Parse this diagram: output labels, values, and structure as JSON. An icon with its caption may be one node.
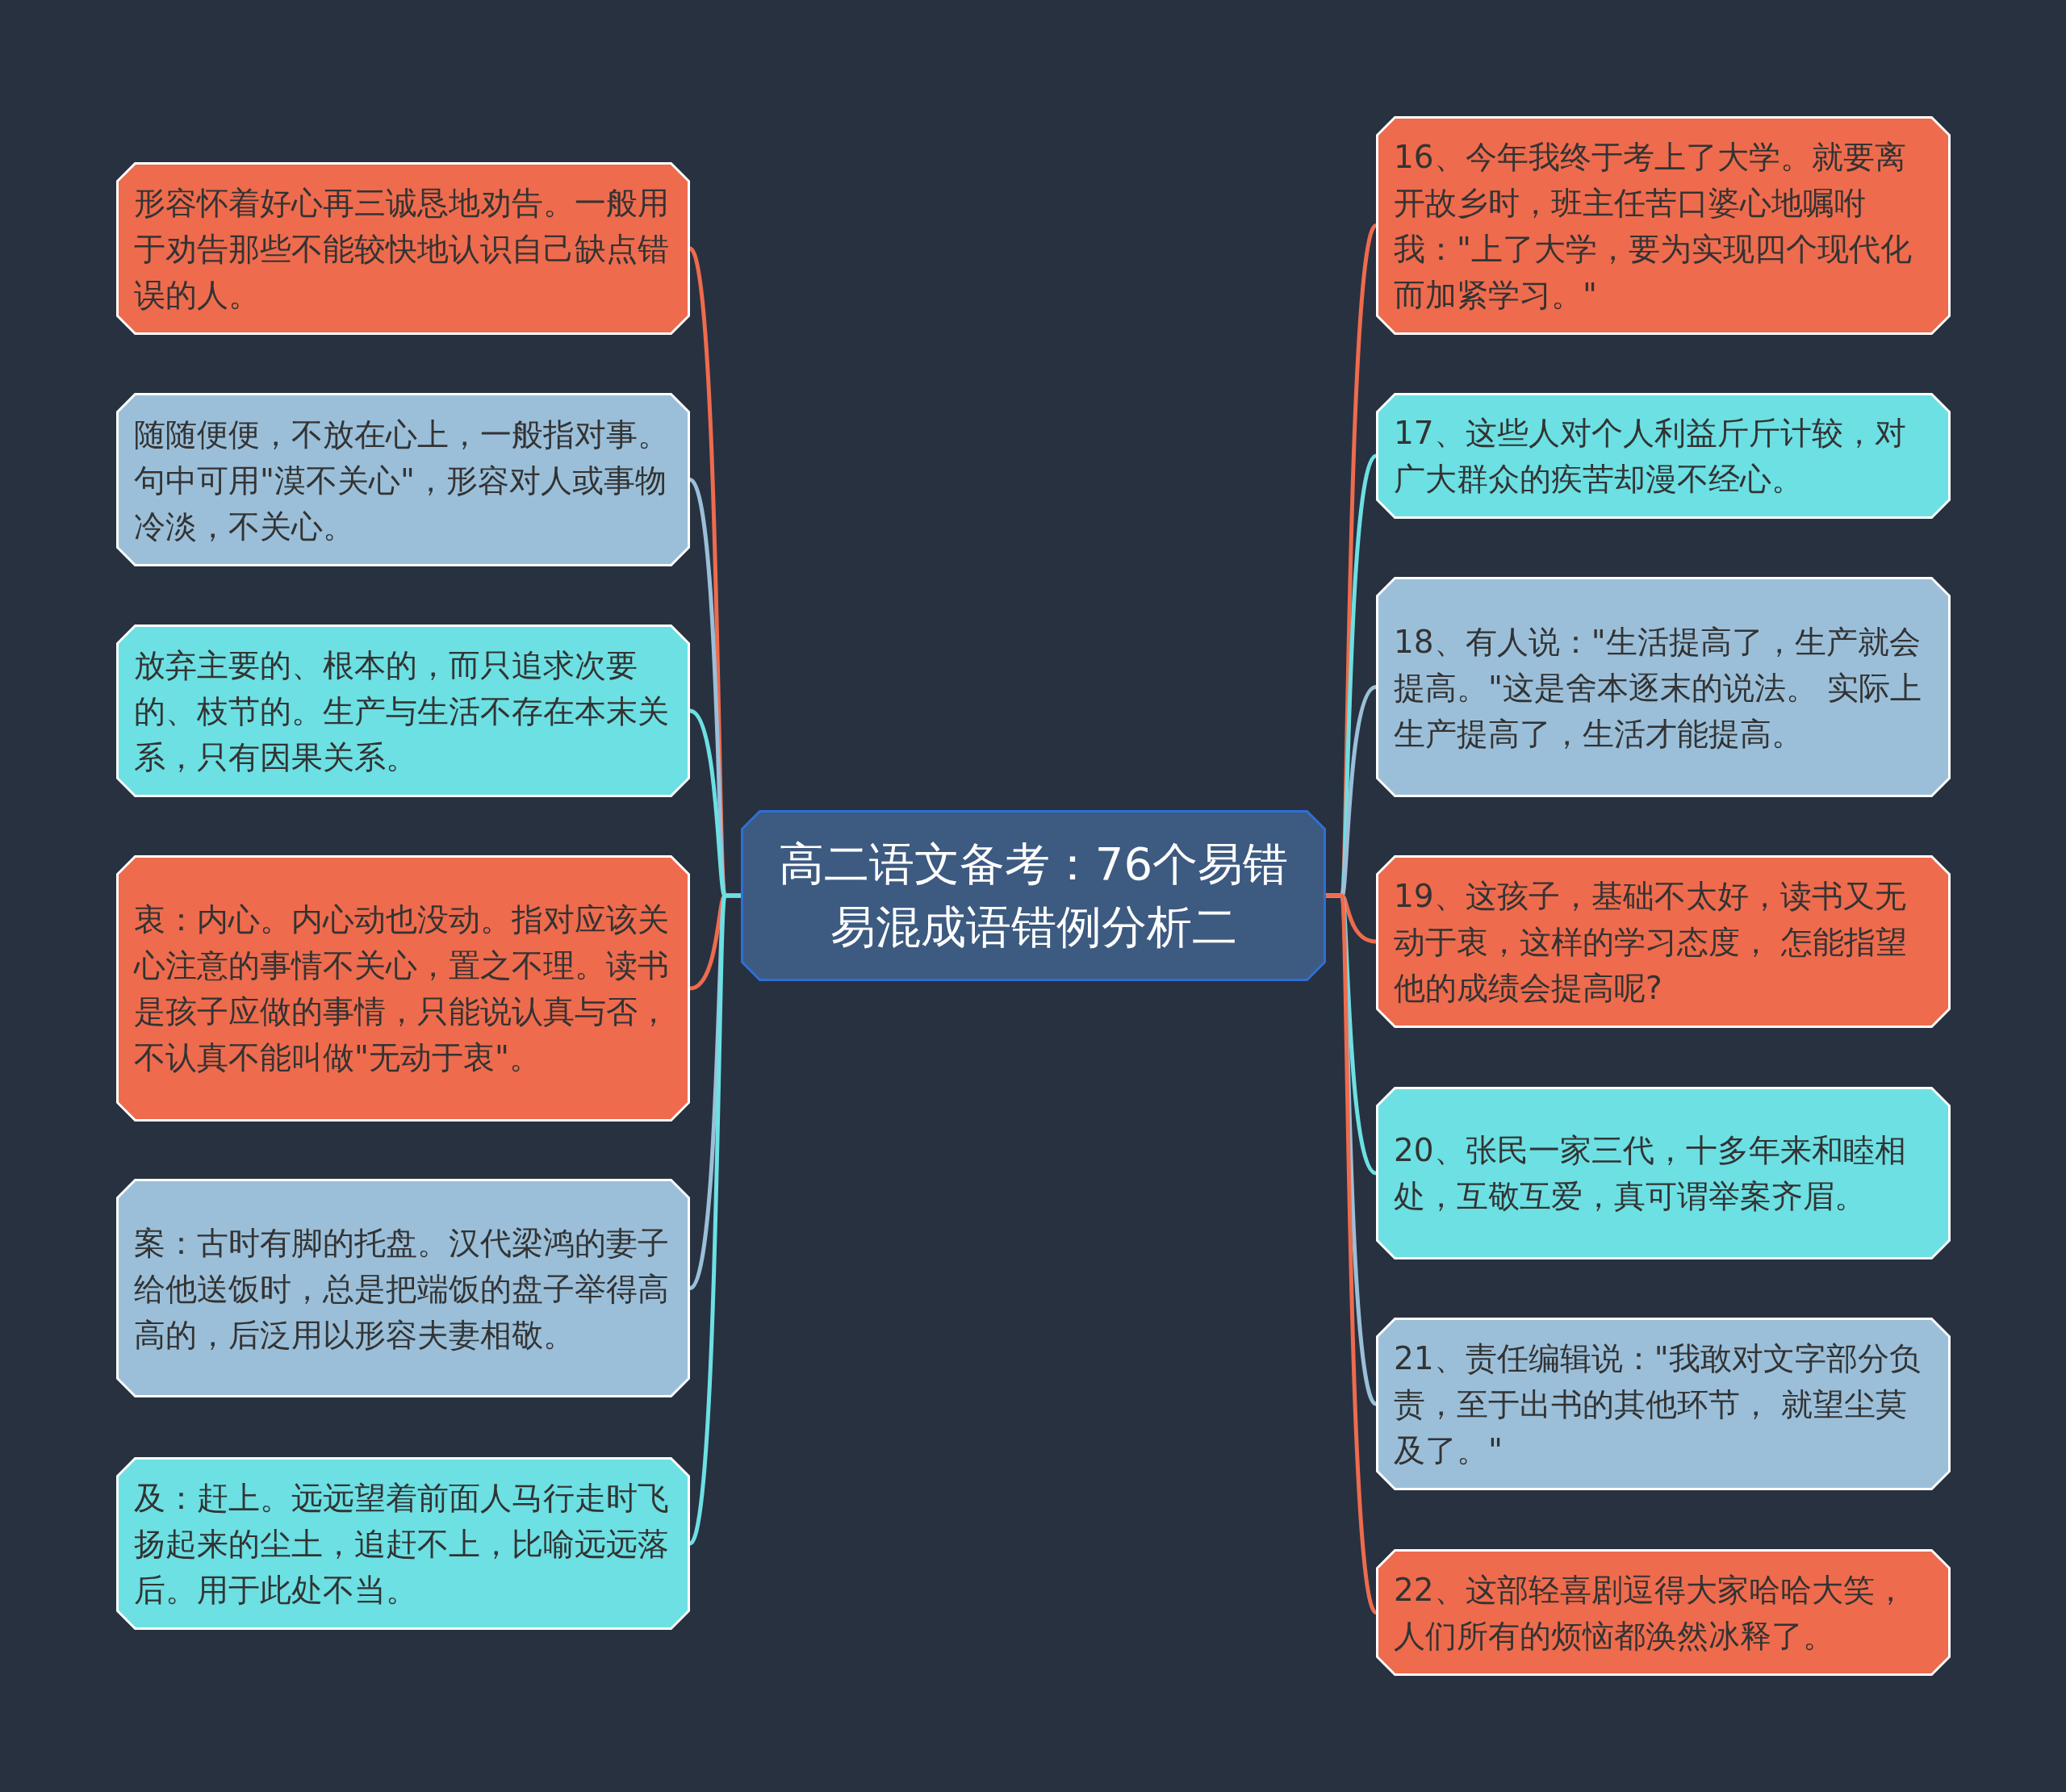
{
  "diagram": {
    "nodes": [
      {
        "text": [
          "高二语文备考：76个易错易混成语错例分析二"
        ]
      },
      {
        "text": [
          "形容怀着好心再三诚恳地劝告。一般用于劝告那些不能较快地认识自己缺点错误的人。"
        ]
      },
      {
        "text": [
          "随随便便，不放在心上，一般指对事。句中可用\"漠不关心\"，形容对人或事物冷淡，不关心。"
        ]
      },
      {
        "text": [
          "放弃主要的、根本的，而只追求次要的、枝节的。生产与生活不存在本末关系，只有因果关系。"
        ]
      },
      {
        "text": [
          "衷：内心。内心动也没动。指对应该关心注意的事情不关心，置之不理。读书是孩子应做的事情，只能说认真与否，不认真不能叫做\"无动于衷\"。"
        ]
      },
      {
        "text": [
          "案：古时有脚的托盘。汉代梁鸿的妻子给他送饭时，总是把端饭的盘子举得高高的，后泛用以形容夫妻相敬。"
        ]
      },
      {
        "text": [
          "及：赶上。远远望着前面人马行走时飞扬起来的尘土，追赶不上，比喻远远落后。用于此处不当。"
        ]
      },
      {
        "text": [
          "16、今年我终于考上了大学。就要离开故乡时，班主任苦口婆心地嘱咐我：\"上了大学，要为实现四个现代化而加紧学习。\""
        ]
      },
      {
        "text": [
          "17、这些人对个人利益斤斤计较，对广大群众的疾苦却漫不经心。"
        ]
      },
      {
        "text": [
          "18、有人说：\"生活提高了，生产就会提高。\"这是舍本逐末的说法。 实际上生产提高了，生活才能提高。"
        ]
      },
      {
        "text": [
          "19、这孩子，基础不太好，读书又无动于衷，这样的学习态度， 怎能指望他的成绩会提高呢?"
        ]
      },
      {
        "text": [
          "20、张民一家三代，十多年来和睦相处，互敬互爱，真可谓举案齐眉。"
        ]
      },
      {
        "text": [
          "21、责任编辑说：\"我敢对文字部分负责，至于出书的其他环节， 就望尘莫及了。\""
        ]
      },
      {
        "text": [
          "22、这部轻喜剧逗得大家哈哈大笑，人们所有的烦恼都涣然冰释了。"
        ]
      }
    ],
    "edges": [
      {
        "from": 0,
        "to": 1,
        "arrow": "none"
      },
      {
        "from": 0,
        "to": 2,
        "arrow": "none",
        "color": "#9bbfd9"
      },
      {
        "from": 0,
        "to": 3,
        "arrow": "none",
        "color": "#6ce0e3"
      },
      {
        "from": 0,
        "to": 4,
        "arrow": "none"
      },
      {
        "from": 0,
        "to": 5,
        "arrow": "none",
        "color": "#9bbfd9"
      },
      {
        "from": 0,
        "to": 6,
        "arrow": "none",
        "color": "#6ce0e3"
      },
      {
        "from": 0,
        "to": 7,
        "arrow": "none"
      },
      {
        "from": 0,
        "to": 8,
        "arrow": "none",
        "color": "#6ce0e3"
      },
      {
        "from": 0,
        "to": 9,
        "arrow": "none",
        "color": "#9bbfd9"
      },
      {
        "from": 0,
        "to": 10,
        "arrow": "none"
      },
      {
        "from": 0,
        "to": 11,
        "arrow": "none",
        "color": "#6ce0e3"
      },
      {
        "from": 0,
        "to": 12,
        "arrow": "none",
        "color": "#9bbfd9"
      },
      {
        "from": 0,
        "to": 13,
        "arrow": "none"
      }
    ]
  }
}
